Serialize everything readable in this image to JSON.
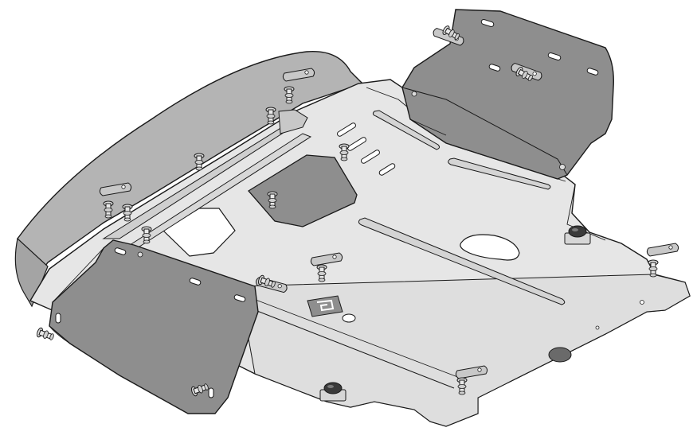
{
  "figure": {
    "kind": "technical-line-drawing",
    "colors": {
      "background": "#ffffff",
      "main_plate": "#e6e6e6",
      "plate_edge": "#d2d2d2",
      "rear_shield": "#b4b4b4",
      "dark_plate": "#8e8e8e",
      "bracket": "#c8c8c8",
      "bolt": "#dcdcdc",
      "rubber": "#555555",
      "outline": "#1a1a1a",
      "cutout": "#ffffff"
    },
    "parts": [
      "main-skid-plate",
      "left-splash-shield",
      "front-bumper-plate",
      "rear-right-plate",
      "center-access-panel",
      "side-rails",
      "mounting-bolts",
      "rubber-mounts"
    ]
  }
}
